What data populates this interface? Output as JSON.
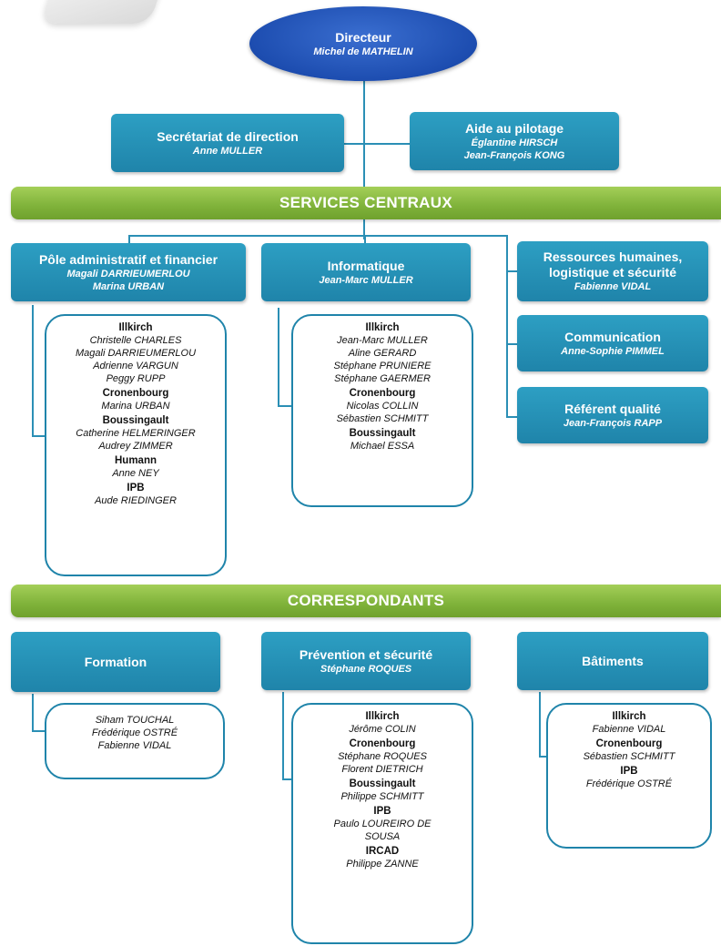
{
  "director": {
    "title": "Directeur",
    "name": "Michel de MATHELIN"
  },
  "secretariat": {
    "title": "Secrétariat de direction",
    "name": "Anne MULLER"
  },
  "pilotage": {
    "title": "Aide au pilotage",
    "names": [
      "Églantine HIRSCH",
      "Jean-François KONG"
    ]
  },
  "services_banner": "SERVICES CENTRAUX",
  "pole": {
    "title": "Pôle administratif et financier",
    "names": [
      "Magali DARRIEUMERLOU",
      "Marina URBAN"
    ],
    "sites": [
      {
        "site": "Illkirch",
        "people": [
          "Christelle CHARLES",
          "Magali DARRIEUMERLOU",
          "Adrienne VARGUN",
          "Peggy RUPP"
        ]
      },
      {
        "site": "Cronenbourg",
        "people": [
          "Marina URBAN"
        ]
      },
      {
        "site": "Boussingault",
        "people": [
          "Catherine HELMERINGER",
          "Audrey ZIMMER"
        ]
      },
      {
        "site": "Humann",
        "people": [
          "Anne NEY"
        ]
      },
      {
        "site": "IPB",
        "people": [
          "Aude RIEDINGER"
        ]
      }
    ]
  },
  "informatique": {
    "title": "Informatique",
    "name": "Jean-Marc MULLER",
    "sites": [
      {
        "site": "Illkirch",
        "people": [
          "Jean-Marc MULLER",
          "Aline GERARD",
          "Stéphane PRUNIERE",
          "Stéphane GAERMER"
        ]
      },
      {
        "site": "Cronenbourg",
        "people": [
          "Nicolas COLLIN",
          "Sébastien SCHMITT"
        ]
      },
      {
        "site": "Boussingault",
        "people": [
          "Michael ESSA"
        ]
      }
    ]
  },
  "rh": {
    "title_lines": [
      "Ressources humaines,",
      "logistique et sécurité"
    ],
    "name": "Fabienne VIDAL"
  },
  "communication": {
    "title": "Communication",
    "name": "Anne-Sophie PIMMEL"
  },
  "qualite": {
    "title": "Référent qualité",
    "name": "Jean-François RAPP"
  },
  "correspondants_banner": "CORRESPONDANTS",
  "formation": {
    "title": "Formation",
    "people": [
      "Siham TOUCHAL",
      "Frédérique OSTRÉ",
      "Fabienne VIDAL"
    ]
  },
  "prevention": {
    "title": "Prévention et sécurité",
    "name": "Stéphane ROQUES",
    "sites": [
      {
        "site": "Illkirch",
        "people": [
          "Jérôme COLIN"
        ]
      },
      {
        "site": "Cronenbourg",
        "people": [
          "Stéphane ROQUES",
          "Florent DIETRICH"
        ]
      },
      {
        "site": "Boussingault",
        "people": [
          "Philippe SCHMITT"
        ]
      },
      {
        "site": "IPB",
        "people": [
          "Paulo LOUREIRO DE",
          "SOUSA"
        ]
      },
      {
        "site": "IRCAD",
        "people": [
          "Philippe ZANNE"
        ]
      }
    ]
  },
  "batiments": {
    "title": "Bâtiments",
    "sites": [
      {
        "site": "Illkirch",
        "people": [
          "Fabienne VIDAL"
        ]
      },
      {
        "site": "Cronenbourg",
        "people": [
          "Sébastien SCHMITT"
        ]
      },
      {
        "site": "IPB",
        "people": [
          "Frédérique OSTRÉ"
        ]
      }
    ]
  },
  "colors": {
    "teal": "#1f84aa",
    "navy": "#1d4db0",
    "green": "#7fb23a"
  }
}
